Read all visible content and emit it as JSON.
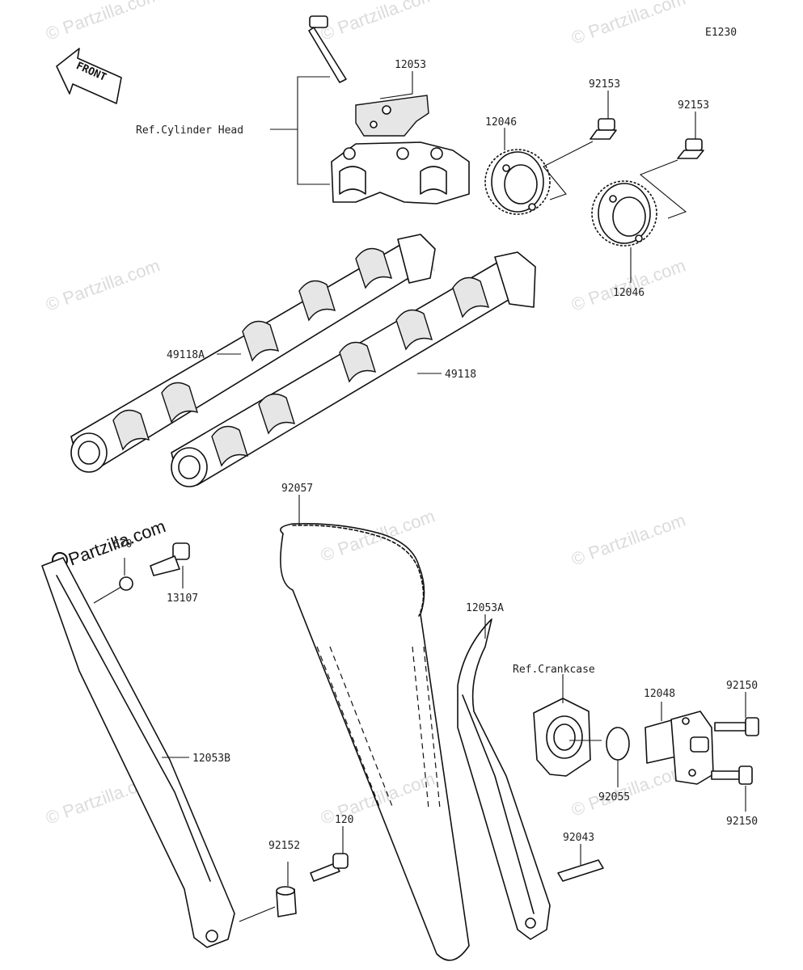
{
  "diagram_code": "E1230",
  "front_label": "FRONT",
  "watermark_text": "© Partzilla.com",
  "brand_text": "Partzilla.com",
  "references": {
    "cylinder_head": "Ref.Cylinder Head",
    "crankcase": "Ref.Crankcase"
  },
  "parts": {
    "p12053": "12053",
    "p92153_a": "92153",
    "p92153_b": "92153",
    "p12046_a": "12046",
    "p12046_b": "12046",
    "p49118A": "49118A",
    "p49118": "49118",
    "p92057": "92057",
    "p670": "670",
    "p13107": "13107",
    "p12053A": "12053A",
    "p12048": "12048",
    "p92150_a": "92150",
    "p92150_b": "92150",
    "p12053B": "12053B",
    "p92055": "92055",
    "p92152": "92152",
    "p120": "120",
    "p92043": "92043"
  }
}
